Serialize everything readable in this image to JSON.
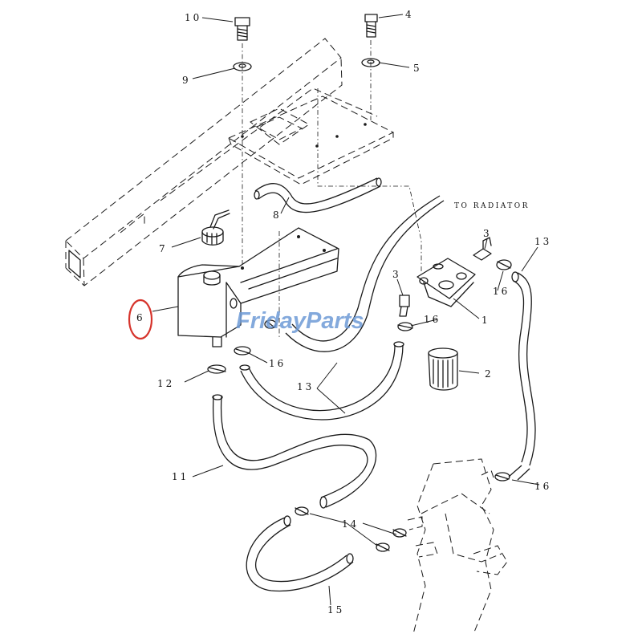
{
  "callouts": {
    "c1": "1",
    "c2": "2",
    "c3a": "3",
    "c3b": "3",
    "c4": "4",
    "c5": "5",
    "c6": "6",
    "c7": "7",
    "c8": "8",
    "c9": "9",
    "c10": "10",
    "c11": "11",
    "c12": "12",
    "c13a": "13",
    "c13b": "13",
    "c14": "14",
    "c15": "15",
    "c16a": "16",
    "c16b": "16",
    "c16c": "16",
    "c16d": "16"
  },
  "note_to_radiator": "TO RADIATOR",
  "watermark": {
    "part1": "Friday",
    "part2": "Parts"
  },
  "colors": {
    "line": "#1a1a1a",
    "highlight": "#d6342c",
    "watermark_blue": "#6e9bd6",
    "watermark_orange": "#f2a23c"
  },
  "highlighted_callout": "6"
}
